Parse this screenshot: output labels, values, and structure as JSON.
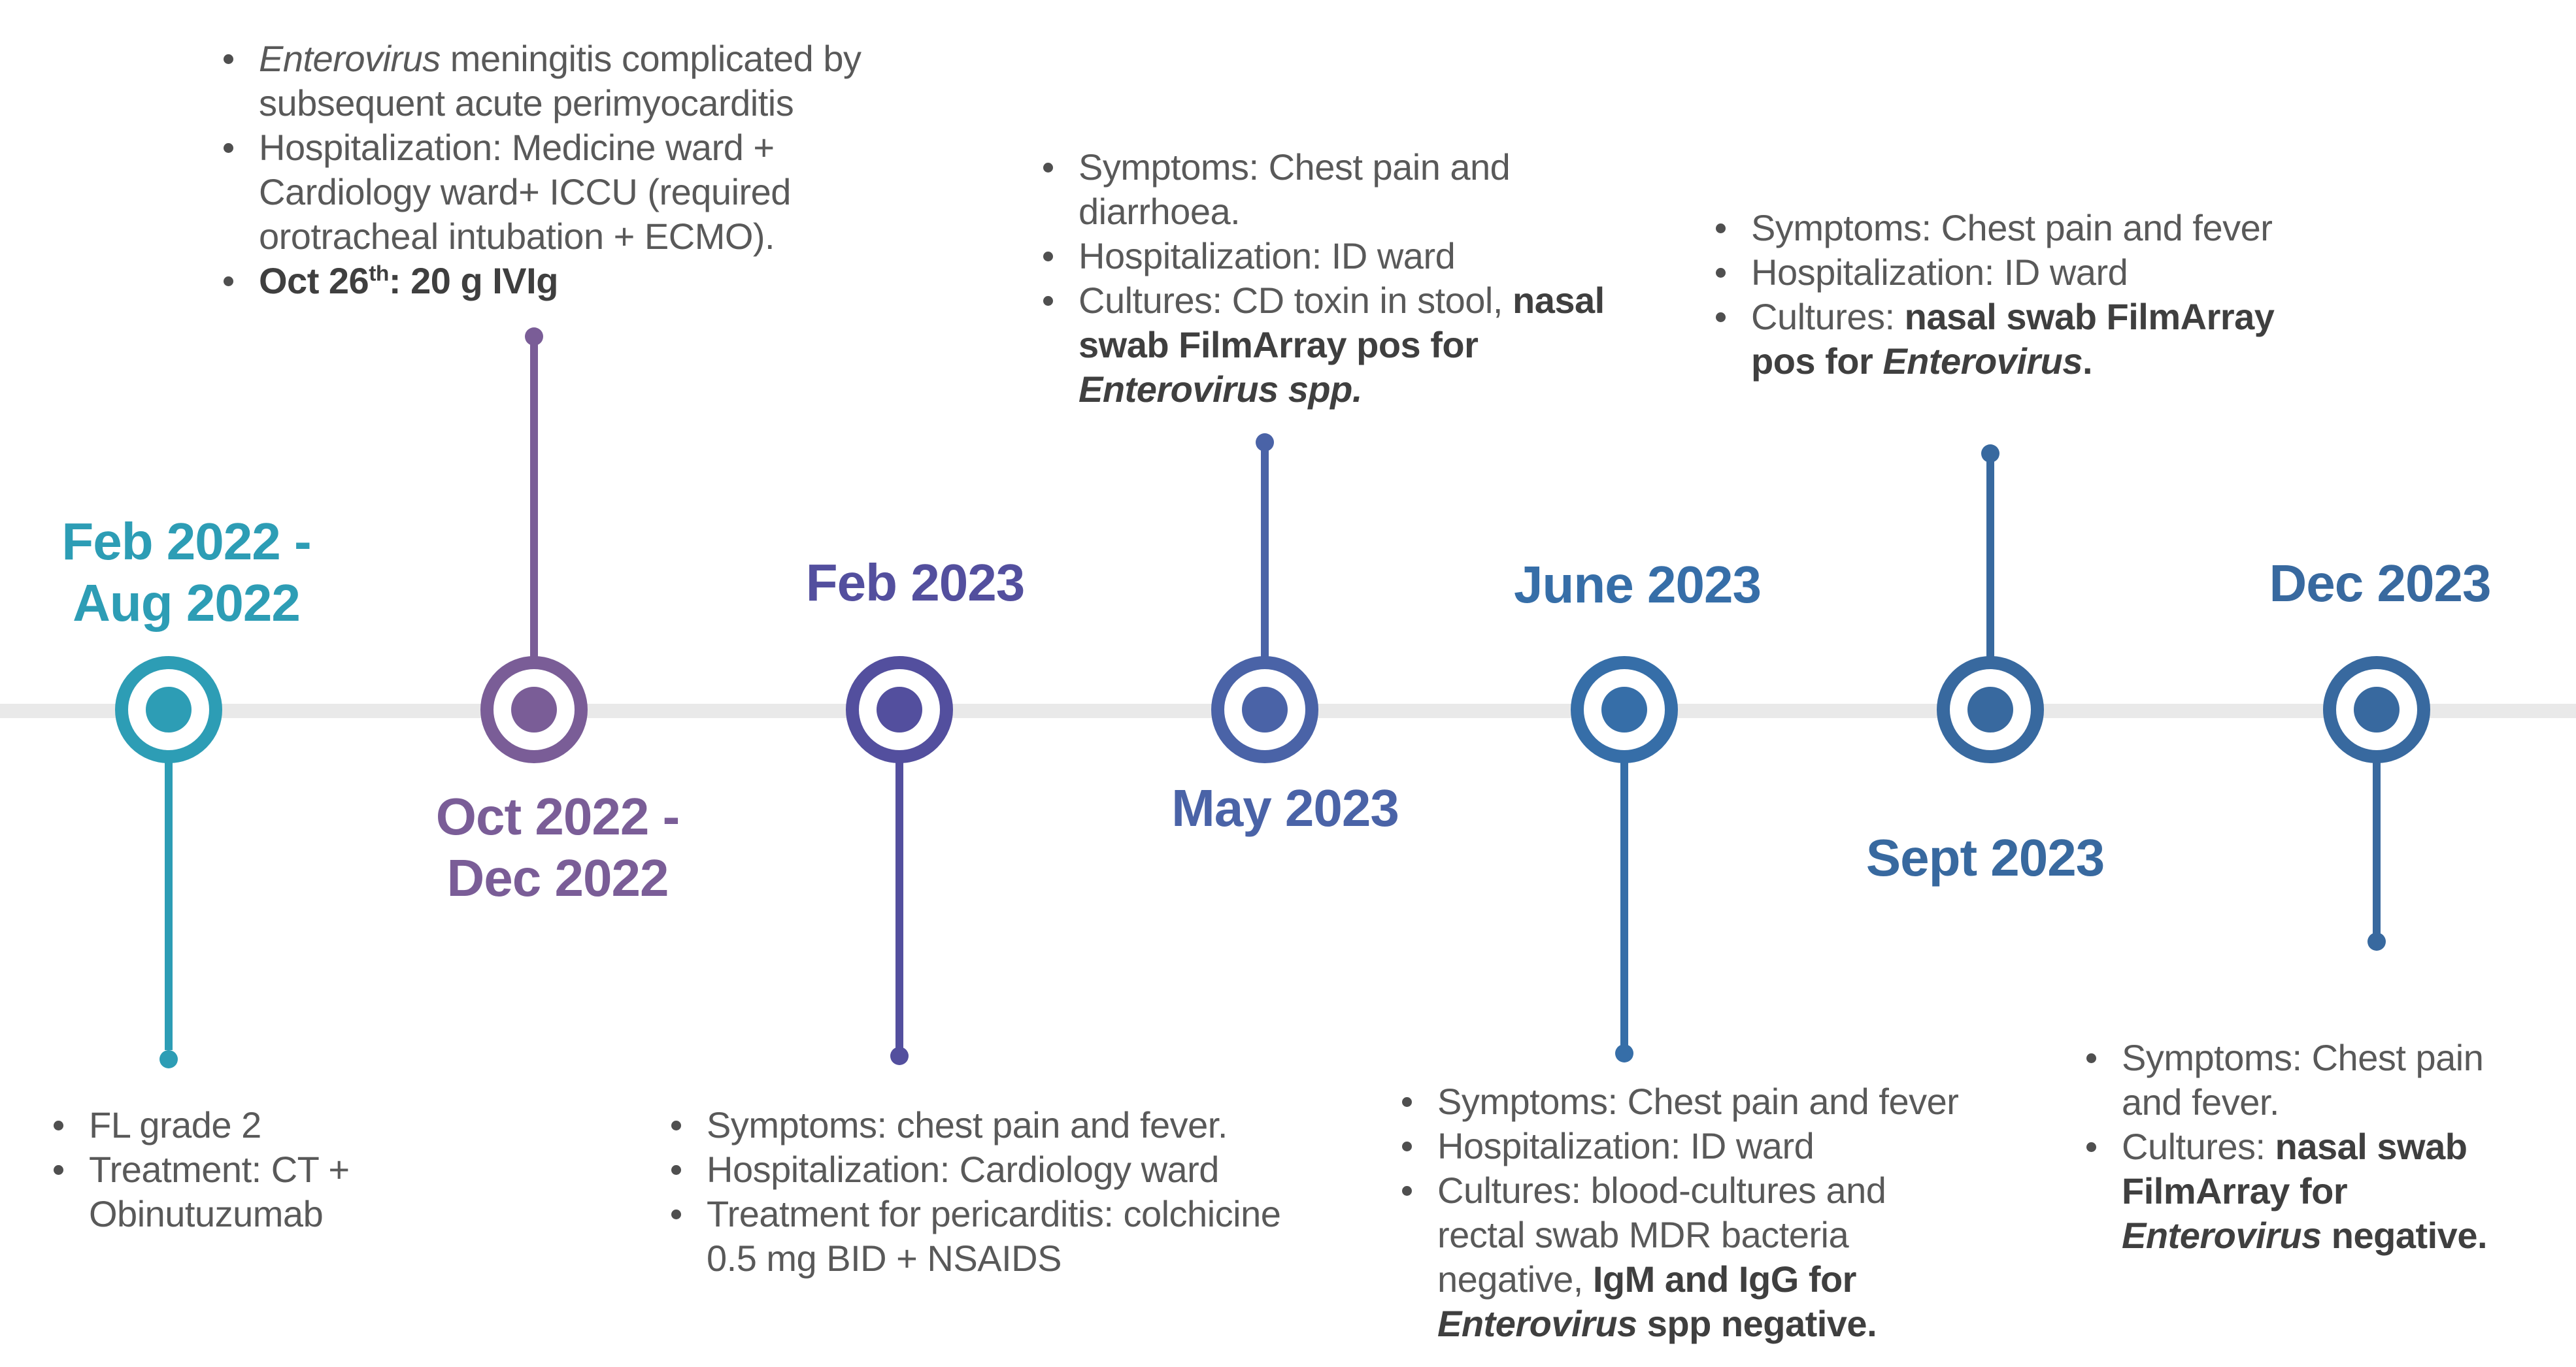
{
  "timeline": {
    "line_color": "#e9e9e9",
    "body_text_color": "#595959",
    "bold_text_color": "#3f3f3f"
  },
  "milestones": [
    {
      "id": "feb2022-aug2022",
      "date_lines": [
        "Feb 2022 -",
        "Aug 2022"
      ],
      "color": "#2d9db5",
      "text_side": "below",
      "bullets": [
        [
          {
            "t": "FL grade 2"
          }
        ],
        [
          {
            "t": "Treatment: CT + Obinutuzumab"
          }
        ]
      ]
    },
    {
      "id": "oct2022-dec2022",
      "date_lines": [
        "Oct 2022 -",
        "Dec 2022"
      ],
      "color": "#7a5d97",
      "text_side": "above",
      "bullets": [
        [
          {
            "t": "Enterovirus",
            "i": true
          },
          {
            "t": " meningitis complicated by subsequent acute perimyocarditis"
          }
        ],
        [
          {
            "t": "Hospitalization: Medicine ward + Cardiology ward+ ICCU (required orotracheal intubation + ECMO)."
          }
        ],
        [
          {
            "t": "Oct 26",
            "b": true
          },
          {
            "t": "th",
            "b": true,
            "sup": true
          },
          {
            "t": ": 20 g  IVIg",
            "b": true
          }
        ]
      ]
    },
    {
      "id": "feb2023",
      "date_lines": [
        "Feb 2023"
      ],
      "color": "#534f9e",
      "text_side": "below",
      "bullets": [
        [
          {
            "t": "Symptoms: chest pain and fever."
          }
        ],
        [
          {
            "t": "Hospitalization: Cardiology ward"
          }
        ],
        [
          {
            "t": "Treatment for pericarditis: colchicine 0.5 mg BID + NSAIDS"
          }
        ]
      ]
    },
    {
      "id": "may2023",
      "date_lines": [
        "May 2023"
      ],
      "color": "#4a63a7",
      "text_side": "above",
      "bullets": [
        [
          {
            "t": "Symptoms: Chest pain and diarrhoea."
          }
        ],
        [
          {
            "t": "Hospitalization: ID ward"
          }
        ],
        [
          {
            "t": "Cultures: CD toxin in stool, "
          },
          {
            "t": "nasal swab FilmArray pos for ",
            "b": true
          },
          {
            "t": "Enterovirus spp.",
            "b": true,
            "i": true
          }
        ]
      ]
    },
    {
      "id": "june2023",
      "date_lines": [
        "June 2023"
      ],
      "color": "#366ea8",
      "text_side": "below",
      "bullets": [
        [
          {
            "t": "Symptoms: Chest pain and fever"
          }
        ],
        [
          {
            "t": "Hospitalization: ID ward"
          }
        ],
        [
          {
            "t": "Cultures: blood-cultures and rectal swab MDR bacteria negative, "
          },
          {
            "t": "IgM and IgG for ",
            "b": true
          },
          {
            "t": "Enterovirus",
            "b": true,
            "i": true
          },
          {
            "t": " spp negative.",
            "b": true
          }
        ]
      ]
    },
    {
      "id": "sept2023",
      "date_lines": [
        "Sept 2023"
      ],
      "color": "#38699f",
      "text_side": "above",
      "bullets": [
        [
          {
            "t": "Symptoms: Chest pain and fever"
          }
        ],
        [
          {
            "t": "Hospitalization: ID ward"
          }
        ],
        [
          {
            "t": "Cultures: "
          },
          {
            "t": "nasal swab FilmArray pos for ",
            "b": true
          },
          {
            "t": "Enterovirus",
            "b": true,
            "i": true
          },
          {
            "t": ".",
            "b": true
          }
        ]
      ]
    },
    {
      "id": "dec2023",
      "date_lines": [
        "Dec 2023"
      ],
      "color": "#38699f",
      "text_side": "below",
      "bullets": [
        [
          {
            "t": "Symptoms: Chest pain and fever."
          }
        ],
        [
          {
            "t": "Cultures: "
          },
          {
            "t": "nasal swab FilmArray for ",
            "b": true
          },
          {
            "t": "Enterovirus",
            "b": true,
            "i": true
          },
          {
            "t": " negative.",
            "b": true
          }
        ]
      ]
    }
  ]
}
